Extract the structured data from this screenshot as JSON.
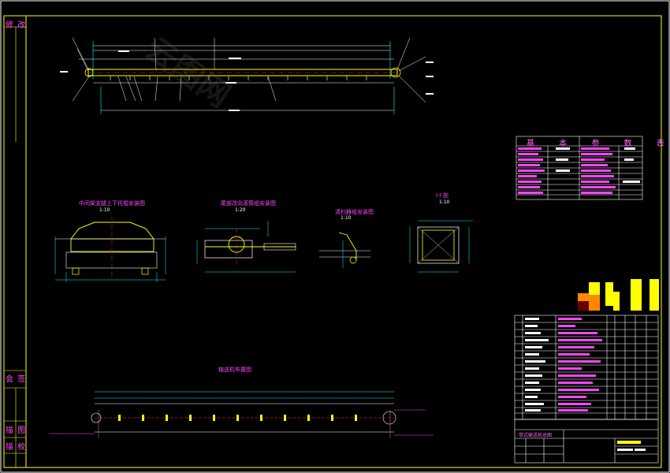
{
  "left_column": {
    "top_label": "修 改",
    "labels": [
      "会 签",
      "描 图",
      "描 校"
    ]
  },
  "views": [
    {
      "key": "idler",
      "title": "中间架支腿上下托辊安装图",
      "scale": "1:10"
    },
    {
      "key": "tail",
      "title": "尾部改向滚筒组安装图",
      "scale": "1:20"
    },
    {
      "key": "cleaner",
      "title": "清扫器组安装图",
      "scale": "1:10"
    },
    {
      "key": "section",
      "title": "I-I 剖",
      "scale": "1:10"
    },
    {
      "key": "layout",
      "title": "输送机布置图",
      "scale": ""
    }
  ],
  "param_table": {
    "title": "基 本 参 数 表",
    "rows": 9
  },
  "parts_table": {
    "rows": 14
  },
  "title_block": {
    "drawing_name": "带式输送机总图"
  },
  "watermark": {
    "text": "云图网"
  },
  "colors": {
    "background": "#000000",
    "frame": "#ffff00",
    "magenta": "#ff44ff",
    "cyan": "#00ffff",
    "white": "#ffffff",
    "red": "#ff3333",
    "green": "#00ff66"
  }
}
